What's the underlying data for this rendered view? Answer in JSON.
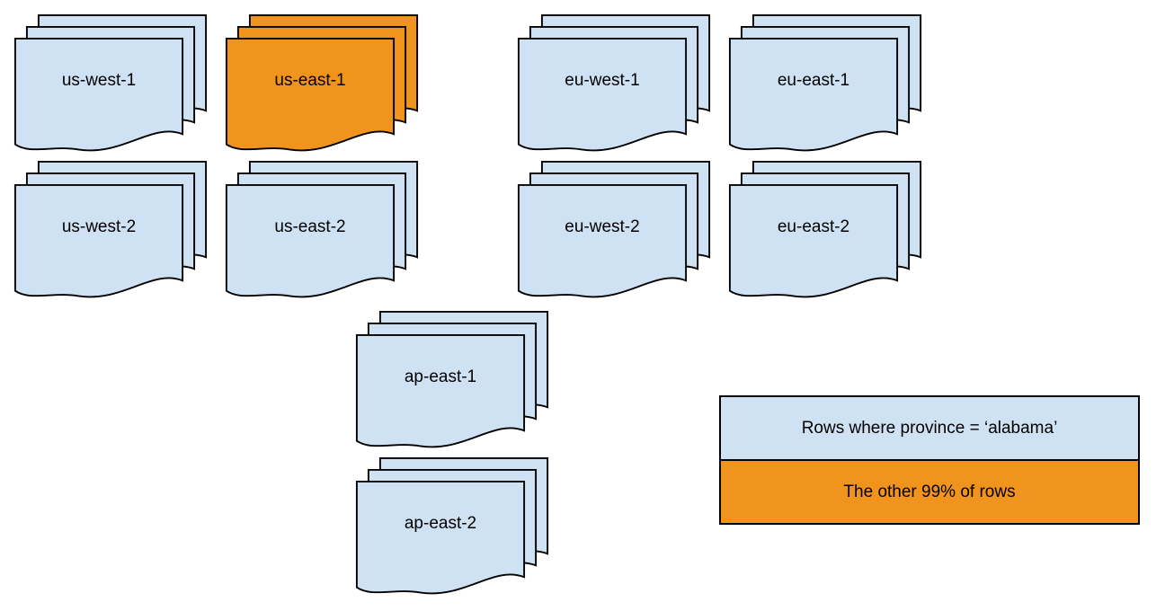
{
  "diagram": {
    "colors": {
      "blue": "#cfe2f3",
      "orange": "#f0941e",
      "border": "#000000"
    },
    "stacks": [
      {
        "label": "us-west-1",
        "color": "blue"
      },
      {
        "label": "us-east-1",
        "color": "orange"
      },
      {
        "label": "eu-west-1",
        "color": "blue"
      },
      {
        "label": "eu-east-1",
        "color": "blue"
      },
      {
        "label": "us-west-2",
        "color": "blue"
      },
      {
        "label": "us-east-2",
        "color": "blue"
      },
      {
        "label": "eu-west-2",
        "color": "blue"
      },
      {
        "label": "eu-east-2",
        "color": "blue"
      },
      {
        "label": "ap-east-1",
        "color": "blue"
      },
      {
        "label": "ap-east-2",
        "color": "blue"
      }
    ],
    "legend": [
      {
        "label": "Rows where province = ‘alabama’",
        "color": "blue"
      },
      {
        "label": "The other 99% of rows",
        "color": "orange"
      }
    ]
  }
}
